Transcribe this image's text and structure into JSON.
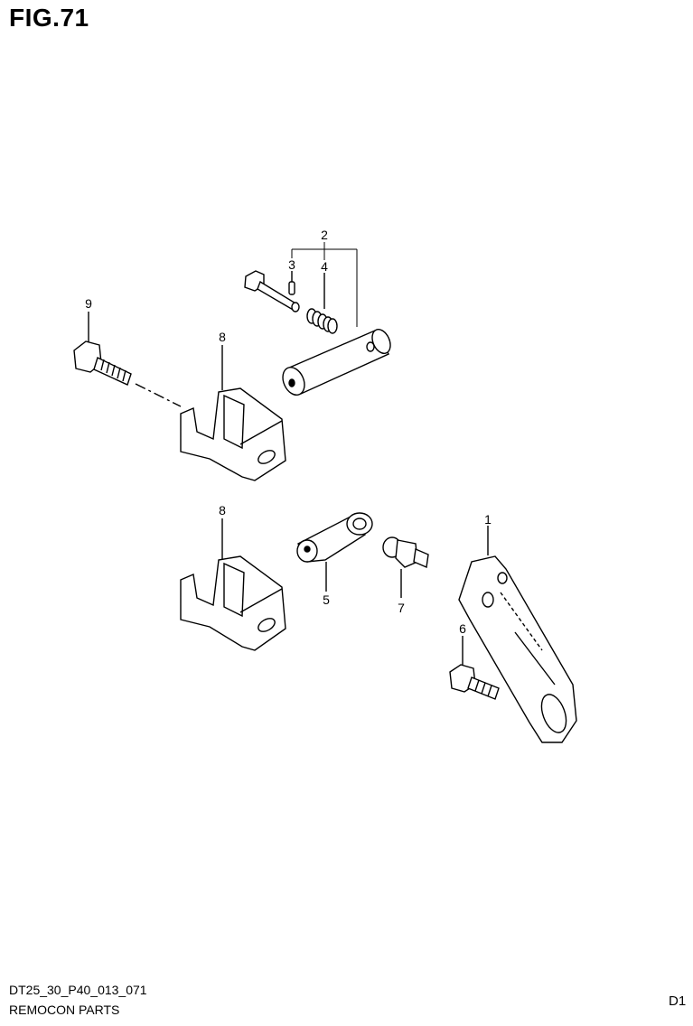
{
  "figure": {
    "title": "FIG.71"
  },
  "callouts": [
    "1",
    "2",
    "3",
    "4",
    "5",
    "6",
    "7",
    "8",
    "8",
    "9"
  ],
  "footer": {
    "code": "DT25_30_P40_013_071",
    "name": "REMOCON PARTS",
    "corner": "D1"
  }
}
